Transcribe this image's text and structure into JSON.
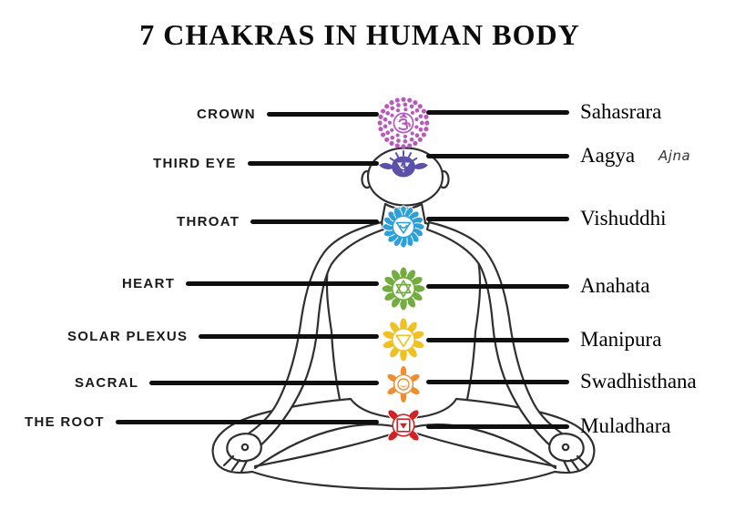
{
  "title": "7 CHAKRAS IN HUMAN BODY",
  "figure": "meditating-person-lotus-pose",
  "line_color": "#0f0f0f",
  "chakras": [
    {
      "left_label": "CROWN",
      "sanskrit": "Sahasrara",
      "color": "#b859bc",
      "icon": "crown-chakra-mandala",
      "icon_style": "dots",
      "symbol": "om",
      "petals": 0
    },
    {
      "left_label": "THIRD EYE",
      "sanskrit": "Aagya",
      "alt_name": "Ajna",
      "color": "#5b51a8",
      "icon": "third-eye-chakra-winged",
      "icon_style": "wings",
      "symbol": "om",
      "petals": 2
    },
    {
      "left_label": "THROAT",
      "sanskrit": "Vishuddhi",
      "color": "#2da0d8",
      "icon": "throat-chakra-flower",
      "icon_style": "petals",
      "symbol": "triangle-crescent",
      "petals": 16
    },
    {
      "left_label": "HEART",
      "sanskrit": "Anahata",
      "color": "#74ac40",
      "icon": "heart-chakra-flower",
      "icon_style": "petals",
      "symbol": "hexagram",
      "petals": 12
    },
    {
      "left_label": "SOLAR PLEXUS",
      "sanskrit": "Manipura",
      "color": "#efc122",
      "icon": "solar-plexus-chakra-flower",
      "icon_style": "petals",
      "symbol": "triangle",
      "petals": 10
    },
    {
      "left_label": "SACRAL",
      "sanskrit": "Swadhisthana",
      "color": "#ee8e33",
      "icon": "sacral-chakra-flower",
      "icon_style": "petals",
      "symbol": "circle-crescent",
      "petals": 6
    },
    {
      "left_label": "THE ROOT",
      "sanskrit": "Muladhara",
      "color": "#d02327",
      "icon": "root-chakra-flower",
      "icon_style": "petals",
      "symbol": "square-triangle",
      "petals": 4
    }
  ]
}
